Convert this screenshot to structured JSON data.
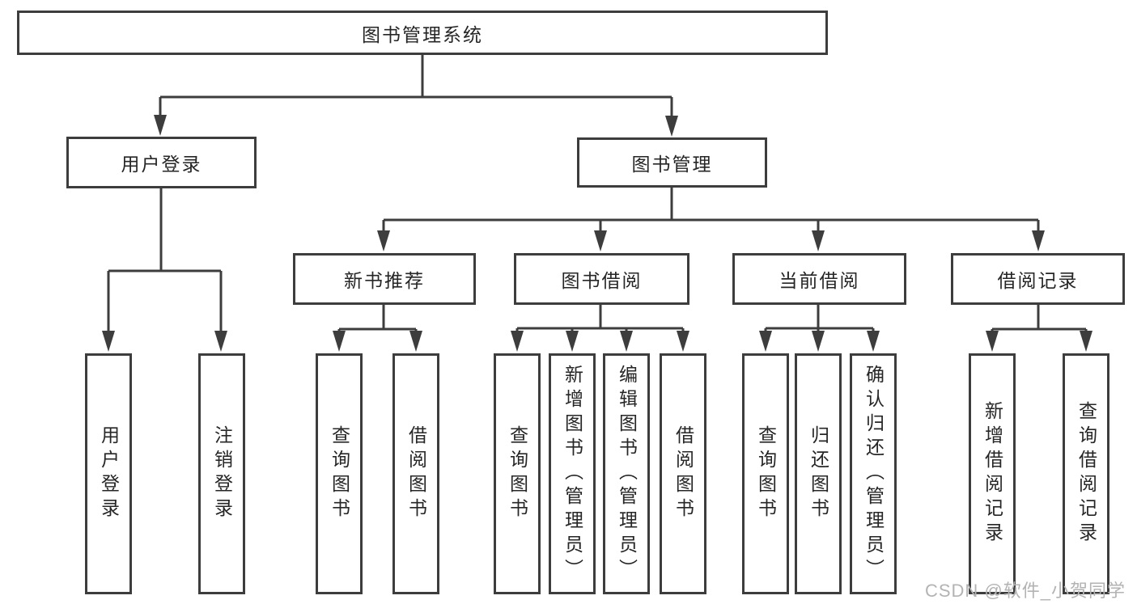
{
  "colors": {
    "line": "#3d3d3d",
    "text": "#262626",
    "watermark": "#b3b3b3",
    "background": "#ffffff"
  },
  "watermark": "CSDN @软件_小贺同学",
  "tree": {
    "root": "图书管理系统",
    "branches": [
      {
        "label": "用户登录",
        "leaves": [
          "用户登录",
          "注销登录"
        ]
      },
      {
        "label": "图书管理",
        "children": [
          {
            "label": "新书推荐",
            "leaves": [
              "查询图书",
              "借阅图书"
            ]
          },
          {
            "label": "图书借阅",
            "leaves": [
              "查询图书",
              "新增图书（管理员）",
              "编辑图书（管理员）",
              "借阅图书"
            ]
          },
          {
            "label": "当前借阅",
            "leaves": [
              "查询图书",
              "归还图书",
              "确认归还（管理员）"
            ]
          },
          {
            "label": "借阅记录",
            "leaves": [
              "新增借阅记录",
              "查询借阅记录"
            ]
          }
        ]
      }
    ]
  }
}
